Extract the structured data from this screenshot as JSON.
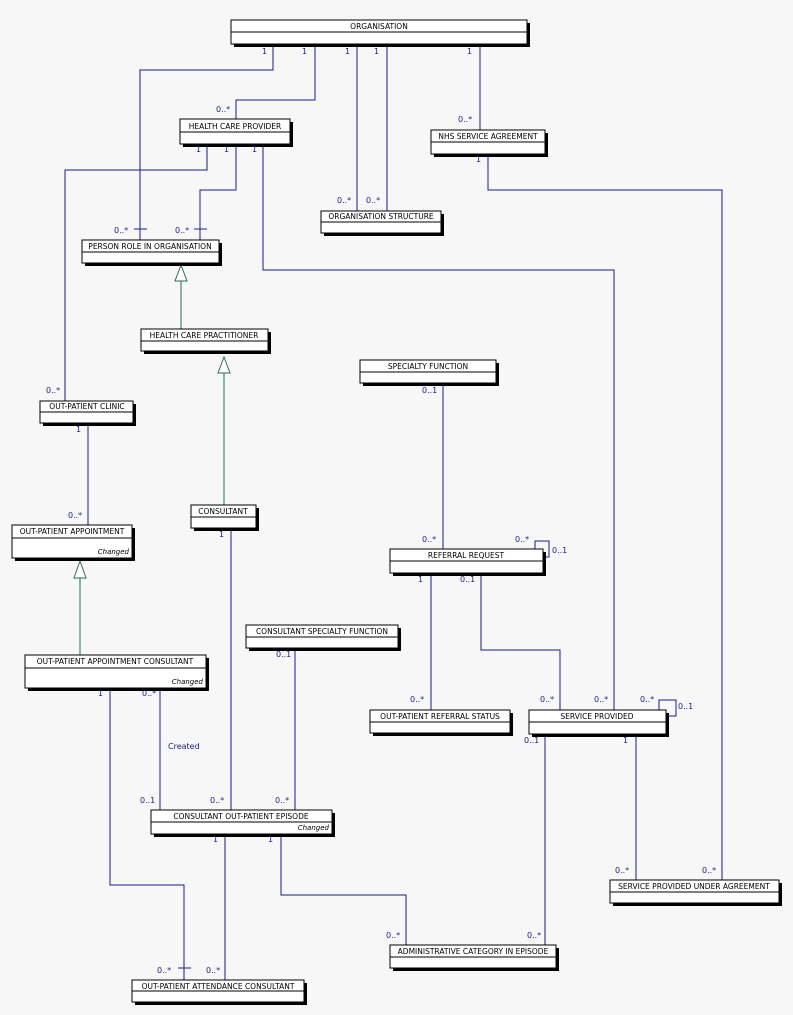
{
  "entities": {
    "organisation": "ORGANISATION",
    "health_care_provider": "HEALTH CARE PROVIDER",
    "nhs_service_agreement": "NHS SERVICE AGREEMENT",
    "organisation_structure": "ORGANISATION STRUCTURE",
    "person_role": "PERSON ROLE IN ORGANISATION",
    "health_care_practitioner": "HEALTH CARE PRACTITIONER",
    "specialty_function": "SPECIALTY FUNCTION",
    "outpatient_clinic": "OUT-PATIENT CLINIC",
    "consultant": "CONSULTANT",
    "outpatient_appointment": "OUT-PATIENT APPOINTMENT",
    "referral_request": "REFERRAL REQUEST",
    "consultant_specialty_function": "CONSULTANT SPECIALTY FUNCTION",
    "outpatient_appointment_consultant": "OUT-PATIENT APPOINTMENT CONSULTANT",
    "outpatient_referral_status": "OUT-PATIENT REFERRAL STATUS",
    "service_provided": "SERVICE PROVIDED",
    "consultant_outpatient_episode": "CONSULTANT OUT-PATIENT EPISODE",
    "service_provided_under_agreement": "SERVICE PROVIDED UNDER AGREEMENT",
    "administrative_category": "ADMINISTRATIVE CATEGORY IN EPISODE",
    "outpatient_attendance_consultant": "OUT-PATIENT ATTENDANCE CONSULTANT"
  },
  "notes": {
    "changed": "Changed"
  },
  "labels": {
    "created": "Created"
  },
  "multiplicities": {
    "one": "1",
    "zero_many": "0..*",
    "zero_one": "0..1"
  },
  "colors": {
    "relationship": "#1a1a8c",
    "generalization": "#2a6b5a",
    "background": "#f7f7f7"
  }
}
